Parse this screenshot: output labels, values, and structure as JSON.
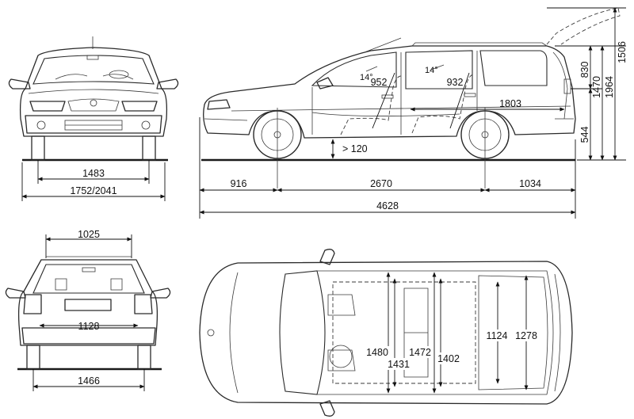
{
  "dimensions": {
    "front_track": "1483",
    "front_width": "1752/2041",
    "rear_roof_width": "1025",
    "rear_width": "1128",
    "rear_track": "1466",
    "front_overhang": "916",
    "wheelbase": "2670",
    "rear_overhang": "1034",
    "overall_length": "4628",
    "ground_clearance": "> 120",
    "seat_angle_front": "14°",
    "seat_angle_rear": "14°",
    "front_legroom": "952",
    "rear_legroom": "932",
    "cargo_length": "1803",
    "roof_height": "1506",
    "cargo_height": "830",
    "height_loaded": "1470",
    "tailgate_open_height": "1964",
    "sill_height": "544",
    "front_shoulder": "1480",
    "front_elbow": "1431",
    "rear_shoulder": "1472",
    "rear_elbow": "1402",
    "cargo_width_arches": "1124",
    "cargo_width_max": "1278"
  }
}
